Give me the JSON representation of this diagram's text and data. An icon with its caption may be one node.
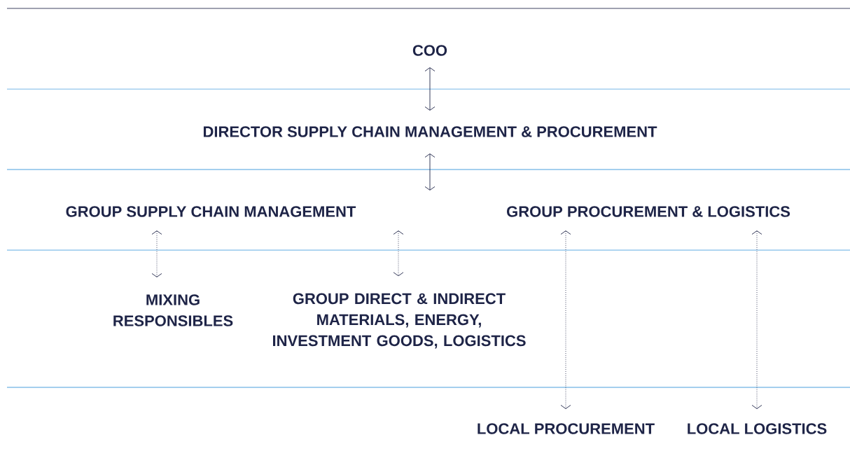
{
  "diagram": {
    "nodes": [
      {
        "text": [
          "COO"
        ]
      },
      {
        "text": [
          "DIRECTOR SUPPLY CHAIN MANAGEMENT & PROCUREMENT"
        ]
      },
      {
        "text": [
          "GROUP SUPPLY CHAIN MANAGEMENT"
        ]
      },
      {
        "text": [
          "GROUP PROCUREMENT & LOGISTICS"
        ]
      },
      {
        "text": [
          "MIXING RESPONSIBLES"
        ]
      },
      {
        "text": [
          "GROUP DIRECT & INDIRECT MATERIALS, ENERGY, INVESTMENT GOODS, LOGISTICS"
        ]
      },
      {
        "text": [
          "LOCAL PROCUREMENT"
        ]
      },
      {
        "text": [
          "LOCAL LOGISTICS"
        ]
      }
    ],
    "edges": [
      {
        "from": 0,
        "to": 1,
        "arrow": "both"
      },
      {
        "from": 1,
        "to": null,
        "arrow": "both"
      },
      {
        "from": 2,
        "to": 4,
        "arrow": "both",
        "style": "dashed"
      },
      {
        "from": 2,
        "to": 5,
        "arrow": "both",
        "style": "dashed"
      },
      {
        "from": 3,
        "to": 6,
        "arrow": "both",
        "style": "dashed"
      },
      {
        "from": 3,
        "to": 7,
        "arrow": "both",
        "style": "dashed"
      }
    ]
  }
}
